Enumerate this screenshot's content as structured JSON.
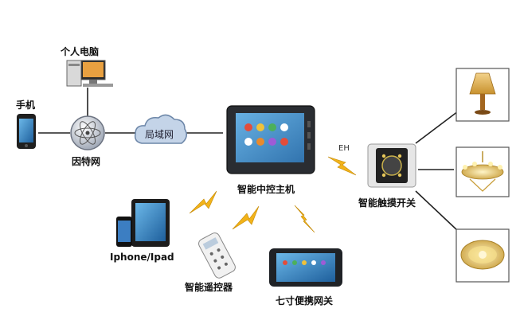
{
  "nodes": {
    "pc": "个人电脑",
    "phone": "手机",
    "internet": "因特网",
    "lan": "局域网",
    "controller": "智能中控主机",
    "ipad": "Iphone/Ipad",
    "remote": "智能遥控器",
    "tablet": "七寸便携网关",
    "switch": "智能触摸开关",
    "link_eh": "EH"
  },
  "colors": {
    "line": "#222222",
    "lightning": "#f2b31a",
    "cloud": "#b9cbe0",
    "frame": "#333333"
  }
}
